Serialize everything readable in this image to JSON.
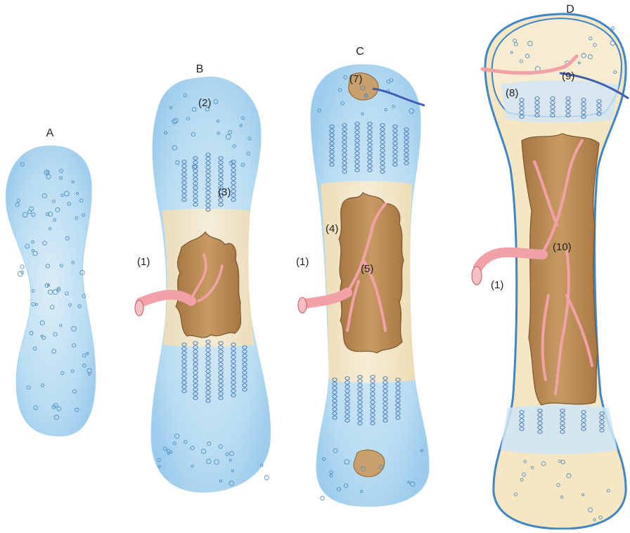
{
  "stages": {
    "a": "A",
    "b": "B",
    "c": "C",
    "d": "D"
  },
  "markers": {
    "m1_b": "(1)",
    "m1_c": "(1)",
    "m1_d": "(1)",
    "m2": "(2)",
    "m3": "(3)",
    "m4": "(4)",
    "m5": "(5)",
    "m7": "(7)",
    "m8": "(8)",
    "m9": "(9)",
    "m10": "(10)"
  },
  "colors": {
    "cartilage": "#a9d3ee",
    "cartilage_light": "#dcedf8",
    "bone": "#f1ddb0",
    "marrow": "#b98a55",
    "marrow_dark": "#7a5530",
    "vessel": "#f2a2a6",
    "vessel_dark": "#c96a74",
    "vein": "#3e5fb5",
    "periosteum": "#3f86c8"
  },
  "icons": {
    "artery": "artery-icon",
    "vein": "vein-icon"
  }
}
